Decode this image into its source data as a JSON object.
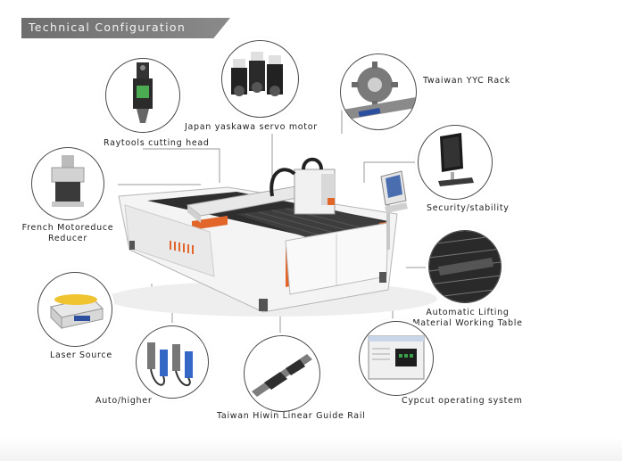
{
  "header": {
    "title": "Technical Configuration"
  },
  "callouts": {
    "raytools": "Raytools cutting head",
    "servo": "Japan yaskawa servo motor",
    "rack": "Twaiwan YYC Rack",
    "reducer_line1": "French Motoreduce",
    "reducer_line2": "Reducer",
    "security": "Security/stability",
    "lifting_line1": "Automatic Lifting",
    "lifting_line2": "Material Working Table",
    "laser": "Laser Source",
    "autohigher": "Auto/higher",
    "guide": "Taiwan Hiwin Linear Guide Rail",
    "cypcut": "Cypcut operating system"
  },
  "icons": {
    "raytools": "cutting-head-icon",
    "servo": "servo-motor-icon",
    "rack": "gear-rack-icon",
    "reducer": "gear-reducer-icon",
    "security": "monitor-icon",
    "lifting": "working-table-icon",
    "laser": "laser-source-icon",
    "autohigher": "height-controller-icon",
    "guide": "linear-guide-icon",
    "cypcut": "software-screen-icon"
  }
}
